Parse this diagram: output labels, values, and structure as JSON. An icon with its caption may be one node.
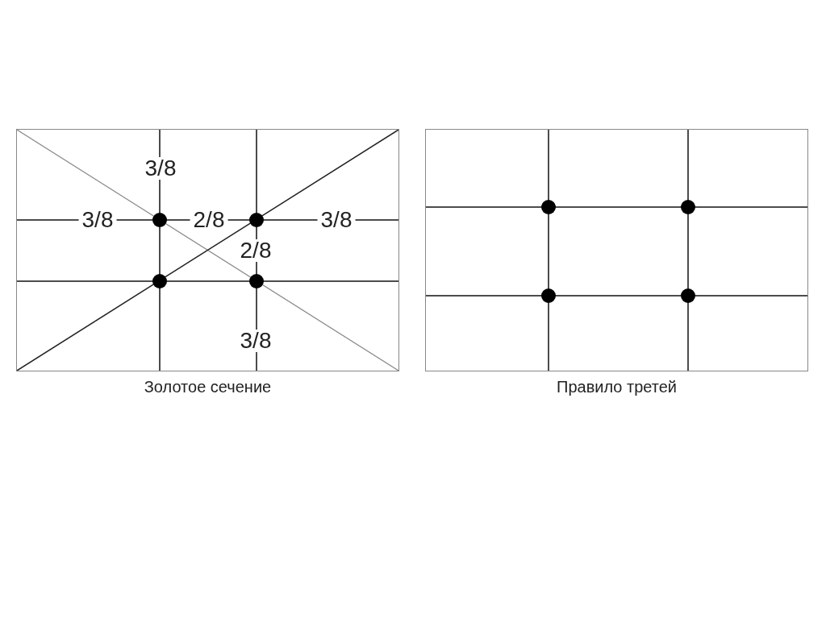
{
  "diagram": {
    "nodes": [
      {
        "text": [
          "Золотое сечение"
        ]
      },
      {
        "text": [
          "Правило третей"
        ]
      }
    ],
    "labels": [
      "3/8",
      "3/8",
      "2/8",
      "3/8",
      "2/8",
      "3/8"
    ]
  }
}
